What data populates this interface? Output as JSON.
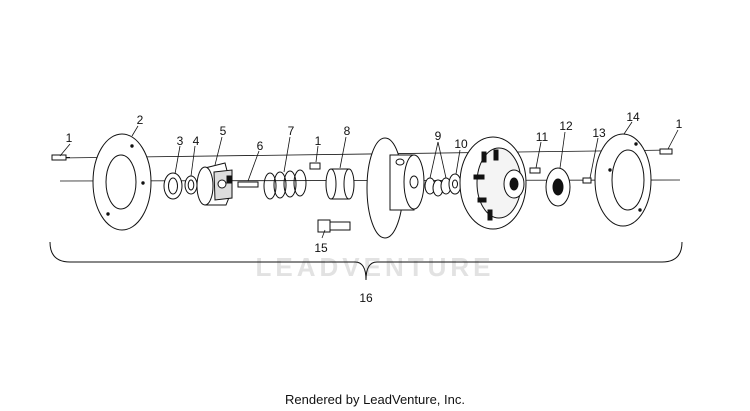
{
  "watermark": "LEADVENTURE",
  "footer": "Rendered by LeadVenture, Inc.",
  "callouts": {
    "c1a": "1",
    "c2": "2",
    "c3": "3",
    "c4": "4",
    "c5": "5",
    "c6": "6",
    "c7": "7",
    "c1b": "1",
    "c8": "8",
    "c9": "9",
    "c10": "10",
    "c11": "11",
    "c12": "12",
    "c13": "13",
    "c14": "14",
    "c1c": "1",
    "c15": "15",
    "c16": "16"
  }
}
